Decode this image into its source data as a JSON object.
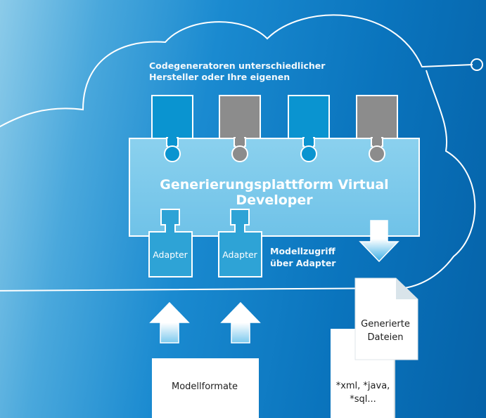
{
  "header": {
    "line1": "Codegeneratoren unterschiedlicher",
    "line2": "Hersteller oder Ihre eigenen"
  },
  "platform": {
    "title": "Generierungsplattform Virtual Developer"
  },
  "adapters": [
    {
      "label": "Adapter"
    },
    {
      "label": "Adapter"
    }
  ],
  "model_access": {
    "line1": "Modellzugriff",
    "line2": "über Adapter"
  },
  "model_formats": {
    "label": "Modellformate"
  },
  "generated_files": {
    "line1": "Generierte",
    "line2": "Dateien"
  },
  "file_types": {
    "line1": "*xml, *java,",
    "line2": "*sql..."
  },
  "colors": {
    "platform_fill": "#7ecbeb",
    "generator_blue": "#0a94d0",
    "generator_gray": "#8c8c8c",
    "adapter_fill": "#2ea3d6",
    "line_white": "#ffffff"
  }
}
